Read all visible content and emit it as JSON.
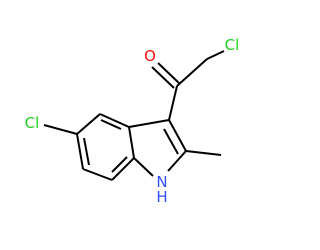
{
  "molecule": {
    "atoms": {
      "o": {
        "symbol": "O",
        "color": "#ff0d0d"
      },
      "cl_chloromethyl": {
        "symbol": "Cl",
        "color": "#1fd01f"
      },
      "cl_ring": {
        "symbol": "Cl",
        "color": "#1fd01f"
      },
      "nh": {
        "symbol": "N",
        "color": "#3050f8",
        "h_label": "H"
      }
    },
    "bond_color": "#000000"
  }
}
